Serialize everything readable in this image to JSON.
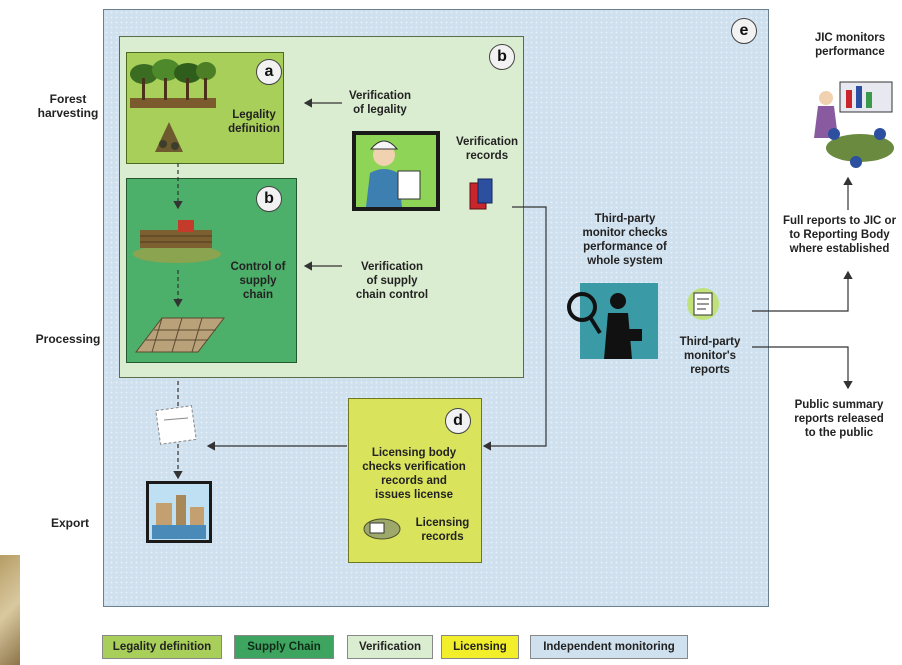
{
  "stages": {
    "forest": "Forest\nharvesting",
    "processing": "Processing",
    "export": "Export"
  },
  "boxes": {
    "outer_letter": "e",
    "verification_letter": "b",
    "legality_letter": "a",
    "legality_text": "Legality\ndefinition",
    "chain_letter": "b",
    "chain_text": "Control of\nsupply\nchain",
    "licensing_letter": "d",
    "licensing_text": "Licensing body\nchecks verification\nrecords and\nissues license",
    "licensing_records": "Licensing\nrecords"
  },
  "labels": {
    "verify_legality": "Verification\nof legality",
    "verify_records": "Verification\nrecords",
    "verify_chain": "Verification\nof supply\nchain control",
    "third_party_checks": "Third-party\nmonitor checks\nperformance of\nwhole system",
    "third_party_reports": "Third-party\nmonitor's\nreports",
    "jic_monitors": "JIC monitors\nperformance",
    "full_reports": "Full reports to JIC or\nto Reporting Body\nwhere established",
    "public_summary": "Public summary\nreports released\nto the public"
  },
  "legend": [
    {
      "label": "Legality definition",
      "color": "#a8cf59"
    },
    {
      "label": "Supply Chain",
      "color": "#3ea560"
    },
    {
      "label": "Verification",
      "color": "#dbedd0"
    },
    {
      "label": "Licensing",
      "color": "#f2ef2a"
    },
    {
      "label": "Independent monitoring",
      "color": "#cfe0ee"
    }
  ],
  "icons": [
    "forest-icon",
    "logging-icon",
    "log-pile-icon",
    "lumber-icon",
    "inspector-icon",
    "records-icon",
    "detective-icon",
    "report-icon",
    "meeting-icon",
    "document-icon",
    "factory-icon",
    "license-records-icon"
  ]
}
